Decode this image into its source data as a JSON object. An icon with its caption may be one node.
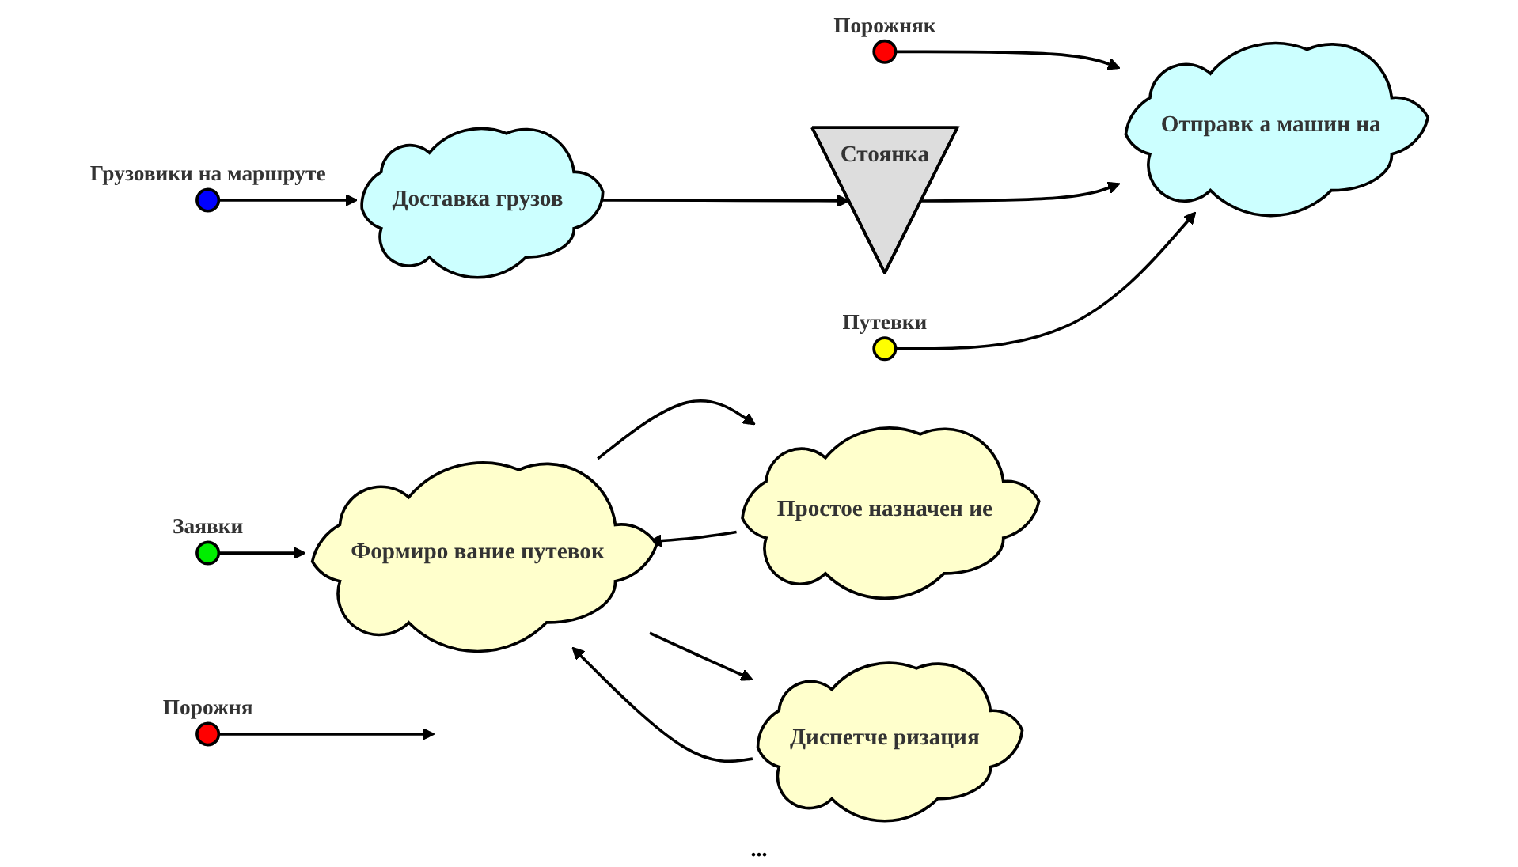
{
  "diagram": {
    "nodes": [
      {
        "text": [
          "Стоянка"
        ]
      },
      {
        "text": [],
        "shape": "circle",
        "beside": [
          "Порожня"
        ]
      },
      {
        "text": [],
        "shape": "circle",
        "beside": [
          "Порожняк"
        ]
      },
      {
        "text": [],
        "shape": "circle",
        "beside": [
          "Заявки"
        ]
      },
      {
        "text": [
          "Формиро вание путевок"
        ]
      },
      {
        "text": [],
        "shape": "circle",
        "beside": [
          "Путевки"
        ]
      },
      {
        "text": [
          "Отправк а машин на"
        ]
      },
      {
        "text": [],
        "shape": "circle",
        "beside": [
          "Грузовики на маршруте"
        ]
      },
      {
        "text": [
          "Доставка грузов"
        ]
      },
      {
        "text": [
          "Простое назначен ие"
        ]
      },
      {
        "text": [
          "Диспетче ризация"
        ]
      }
    ],
    "edges": [
      {
        "from": 1,
        "to": null,
        "arrow": "to"
      },
      {
        "from": 2,
        "to": 6,
        "arrow": "to"
      },
      {
        "from": 0,
        "to": 6,
        "arrow": "to"
      },
      {
        "from": 3,
        "to": 4,
        "arrow": "to"
      },
      {
        "from": 5,
        "to": 6,
        "arrow": "to"
      },
      {
        "from": 7,
        "to": 8,
        "arrow": "to"
      },
      {
        "from": 8,
        "to": 0,
        "arrow": "to"
      },
      {
        "from": 4,
        "to": 9,
        "arrow": "to"
      },
      {
        "from": 9,
        "to": 4,
        "arrow": "to"
      },
      {
        "from": 4,
        "to": 10,
        "arrow": "to"
      },
      {
        "from": 10,
        "to": 4,
        "arrow": "to"
      }
    ],
    "labels": [
      "..."
    ]
  }
}
